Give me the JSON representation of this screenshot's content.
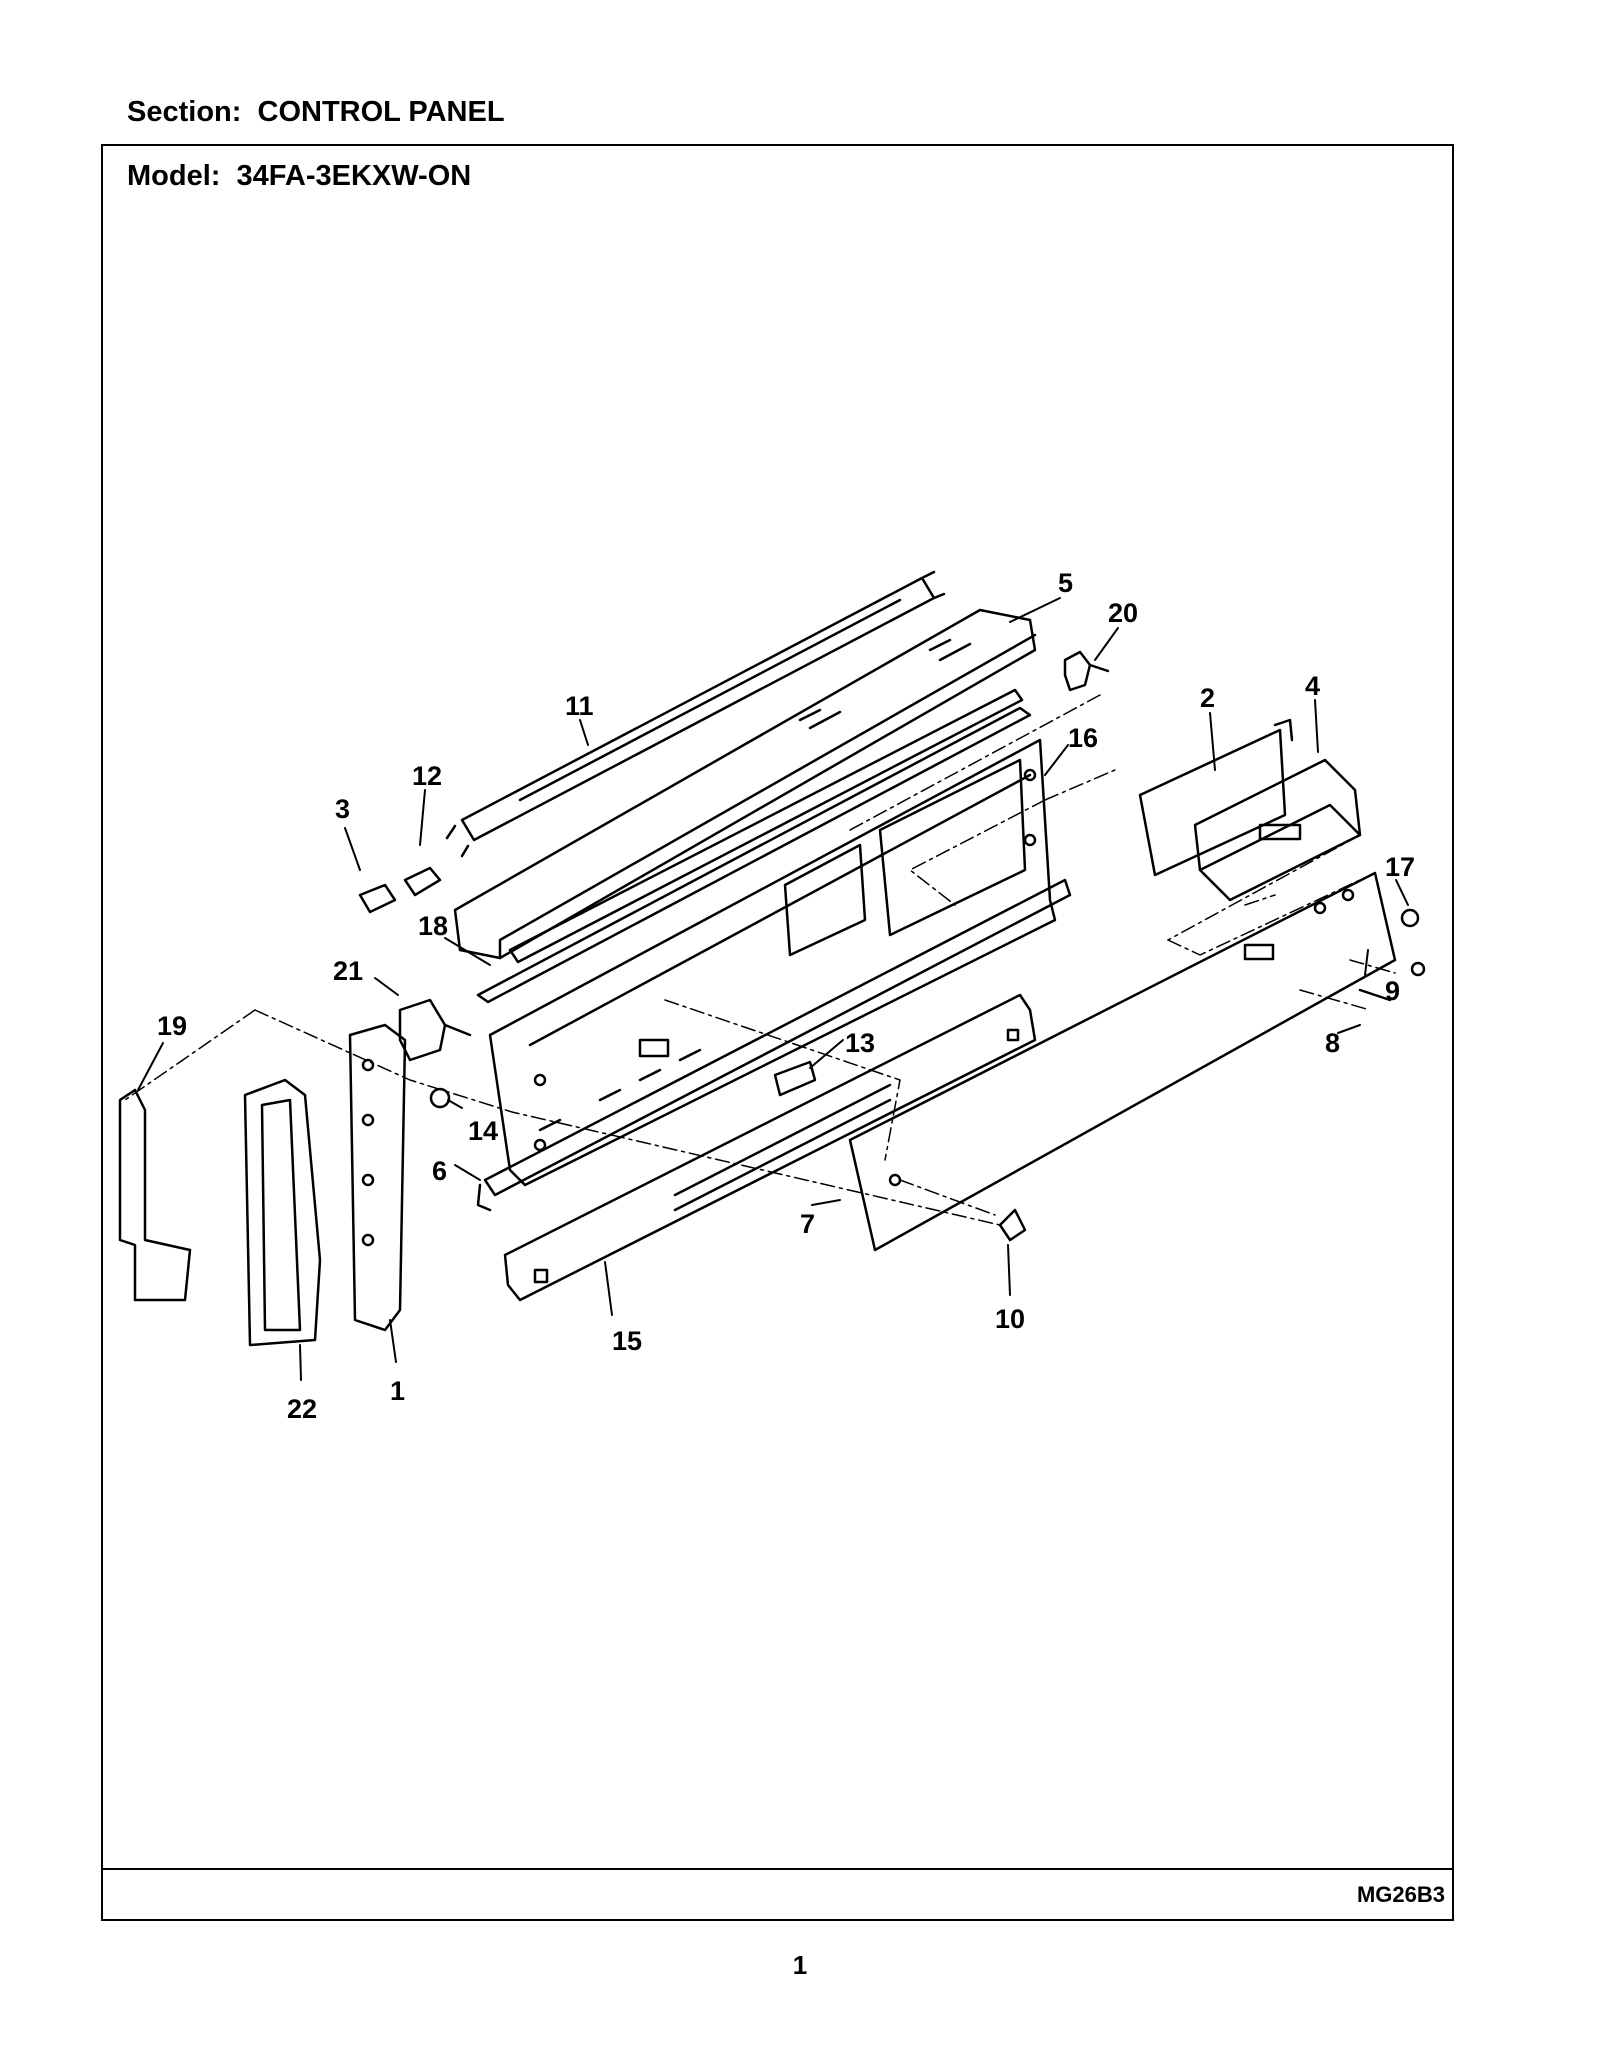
{
  "header": {
    "section_title": "Section:  CONTROL PANEL",
    "model_title": "Model:  34FA-3EKXW-ON"
  },
  "diagram": {
    "callouts": [
      "1",
      "2",
      "3",
      "4",
      "5",
      "6",
      "7",
      "8",
      "9",
      "10",
      "11",
      "12",
      "13",
      "14",
      "15",
      "16",
      "17",
      "18",
      "19",
      "20",
      "21",
      "22"
    ]
  },
  "footer": {
    "diagram_code": "MG26B3",
    "page_number": "1"
  }
}
